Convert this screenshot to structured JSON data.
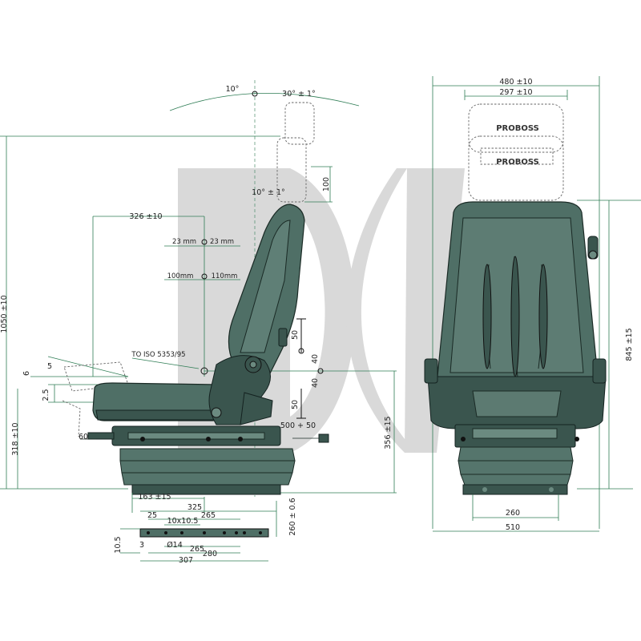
{
  "watermark_color": "#d9d9d9",
  "accent_color": "#2f7d55",
  "seat_color": "#4f6f66",
  "side_view": {
    "angle_top_left": "10°",
    "angle_top_right": "30° ± 1°",
    "headrest_angle": "10° ± 1°",
    "headrest_travel": "100",
    "horizontal_adjust": "326 ±10",
    "backrest_23_left": "23 mm",
    "backrest_23_right": "23 mm",
    "backrest_100": "100mm",
    "backrest_110": "110mm",
    "iso_ref": "TO ISO 5353/95",
    "tilt_6": "6",
    "tilt_5": "5",
    "tilt_25": "2.5",
    "tilt_60": "60",
    "height_50_upper": "50",
    "height_40_upper": "40",
    "height_40_lower": "40",
    "height_50_lower": "50",
    "slide_travel": "500 + 50",
    "overall_height": "1050 ±10",
    "seat_height": "318 ±10",
    "suspension_height": "356 ±15",
    "base_163": "163 ±15"
  },
  "base_plate": {
    "d325": "325",
    "d25": "25",
    "d265_top": "265",
    "d10x105": "10x10.5",
    "d260": "260 ± 0.6",
    "d105": "10.5",
    "d3": "3",
    "d14": "Ø14",
    "d265_bottom": "265",
    "d280": "280",
    "d307": "307"
  },
  "front_view": {
    "overall_width": "480 ±10",
    "headrest_width": "297 ±10",
    "brand_top": "PROBOSS",
    "brand_bottom": "PROBOSS",
    "backrest_height": "845 ±15",
    "base_width": "260",
    "bellow_width": "510"
  }
}
